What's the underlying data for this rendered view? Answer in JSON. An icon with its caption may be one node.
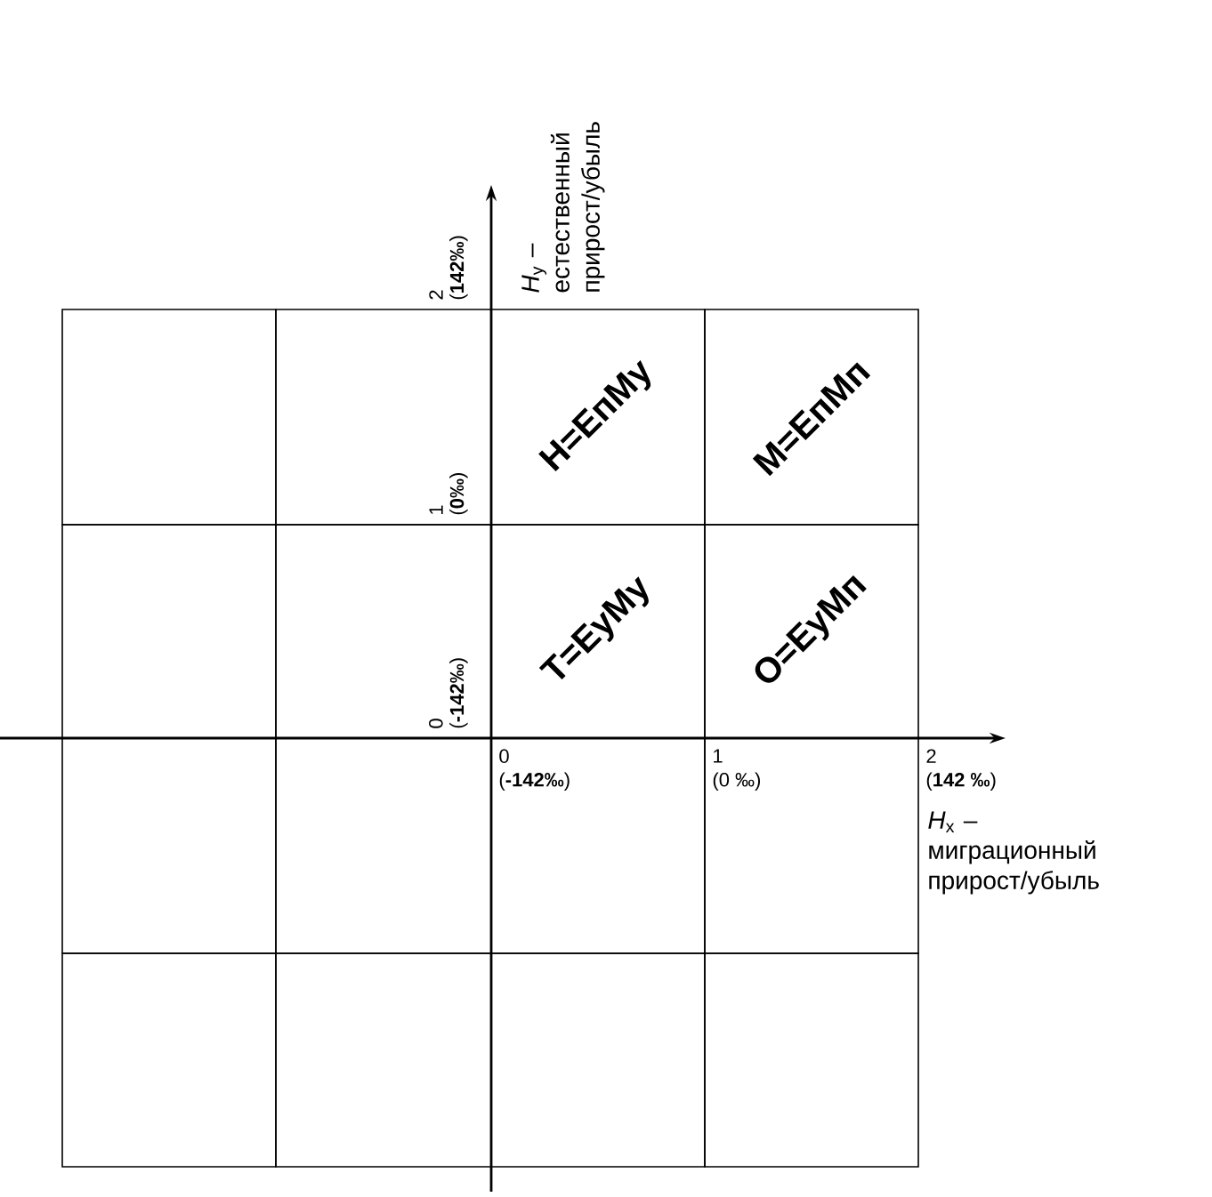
{
  "diagram": {
    "nodes": [
      {
        "text": [],
        "shape": "box"
      },
      {
        "text": [],
        "shape": "box"
      },
      {
        "text": [
          "Н=ЕпМу"
        ]
      },
      {
        "text": [
          "М=ЕпМп"
        ]
      },
      {
        "text": [],
        "shape": "box"
      },
      {
        "text": [],
        "shape": "box"
      },
      {
        "text": [
          "Т=ЕуМу"
        ]
      },
      {
        "text": [
          "О=ЕуМп"
        ]
      },
      {
        "text": [],
        "shape": "box"
      },
      {
        "text": [],
        "shape": "box"
      },
      {
        "text": [],
        "shape": "box"
      },
      {
        "text": [],
        "shape": "box"
      },
      {
        "text": [],
        "shape": "box"
      },
      {
        "text": [],
        "shape": "box"
      },
      {
        "text": [],
        "shape": "box"
      },
      {
        "text": [],
        "shape": "box"
      }
    ],
    "labels": [
      "*H*$_{y}$ – естественный прирост/убыль",
      "2",
      "(**142‰**)",
      "1",
      "(**0‰**)",
      "0",
      "(**-142‰**)",
      "0",
      "(**-142‰**)",
      "1",
      "(0 ‰)",
      "2",
      "(**142 ‰**)",
      "*H*$_{x}$ – миграционный прирост/убыль"
    ]
  }
}
